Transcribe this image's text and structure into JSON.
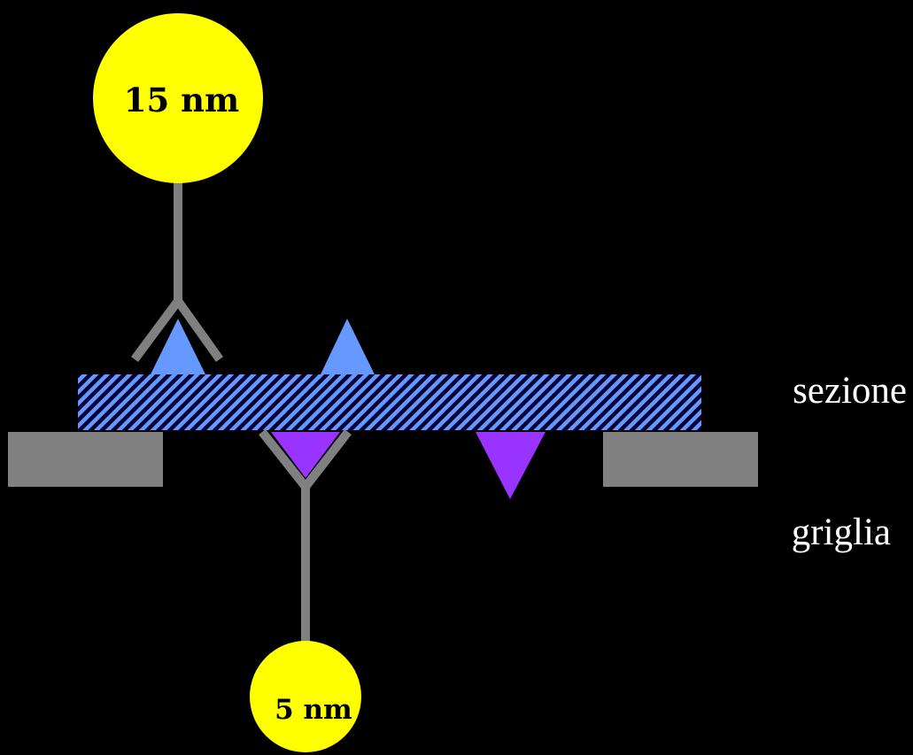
{
  "labels": {
    "large_gold": "15 nm",
    "small_gold": "5 nm",
    "section": "sezione",
    "grid": "griglia"
  },
  "colors": {
    "background": "#000000",
    "gold_particle": "#FFFF00",
    "antibody": "#808080",
    "grid_bar": "#808080",
    "section_fill": "#6699FF",
    "section_hatch": "#000033",
    "antigen_top": "#6699FF",
    "antigen_bottom": "#9933FF",
    "side_text": "#FFFFFF"
  },
  "icons": {
    "large_gold": "gold-particle-circle",
    "small_gold": "gold-particle-circle",
    "antibody": "y-shaped-antibody",
    "antigen_top": "triangle-up",
    "antigen_bottom": "triangle-down",
    "section": "hatched-bar",
    "grid": "grid-bar"
  }
}
